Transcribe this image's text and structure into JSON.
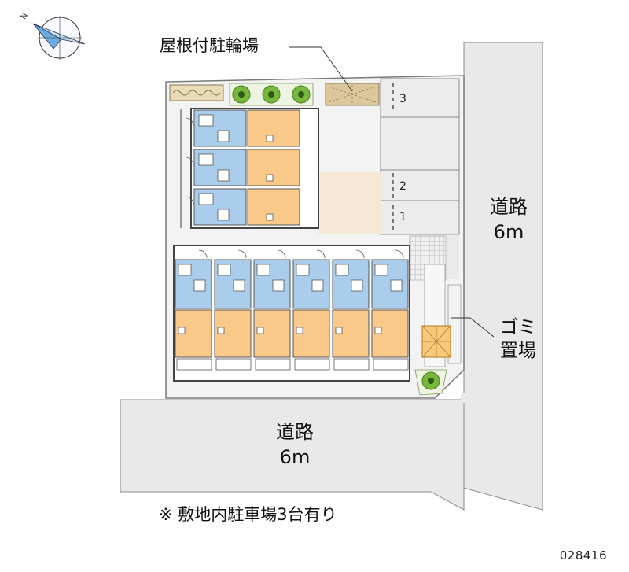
{
  "compass": {
    "north_letter": "N"
  },
  "labels": {
    "bicycle_parking": "屋根付駐輪場",
    "road_right_line1": "道路",
    "road_right_line2": "6m",
    "road_bottom_line1": "道路",
    "road_bottom_line2": "6m",
    "garbage_line1": "ゴミ",
    "garbage_line2": "置場",
    "note": "※ 敷地内駐車場3台有り",
    "reference_number": "028416"
  },
  "parking_spaces": [
    "3",
    "2",
    "1"
  ],
  "colors": {
    "road": "#e9e9e9",
    "site_ground": "#f3f3f3",
    "entrance": "#f7e8d5",
    "room_floor": "#f9c98a",
    "wet_area": "#a9cdea",
    "tree": "#78b83c",
    "garbage_area": "#f6c97c"
  }
}
